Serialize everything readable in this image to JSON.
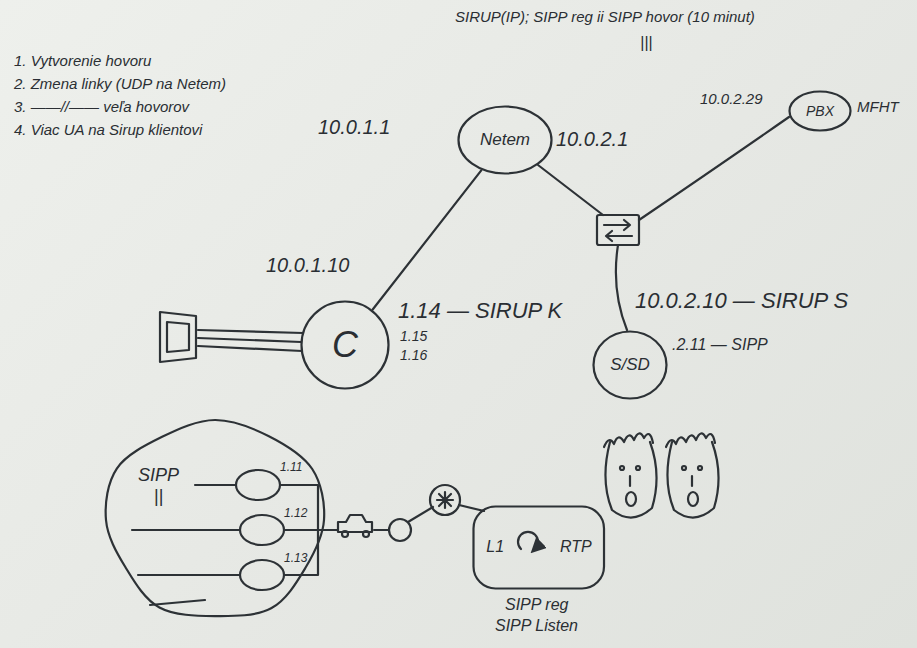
{
  "diagram": {
    "nodes": [
      {
        "text": [
          "PBX"
        ]
      },
      {
        "text": [
          "Netem"
        ]
      },
      {
        "text": [
          "C"
        ]
      },
      {
        "text": [
          "S/SD"
        ]
      },
      {
        "text": [
          "SIPP",
          "||"
        ]
      },
      {
        "text": [
          "L1",
          "RTP"
        ]
      }
    ],
    "edges": [
      {
        "from": 1,
        "to": 2,
        "arrow": "none"
      }
    ],
    "labels": [
      "SIRUP(IP); SIPP reg ii SIPP hovor (10 minut)",
      "|||",
      "1. Vytvorenie hovoru",
      "2. Zmena linky (UDP na Netem)",
      "3. ——//—— veľa hovorov",
      "4. Viac UA na Sirup klientovi",
      "10.0.1.1",
      "10.0.2.1",
      "10.0.2.29",
      "MFHT",
      "10.0.1.10",
      "1.14 — SIRUP K",
      "1.15",
      "1.16",
      "10.0.2.10 — SIRUP S",
      ".2.11 — SIPP",
      "1.11",
      "1.12",
      "1.13",
      "SIPP reg",
      "SIPP Listen"
    ]
  }
}
